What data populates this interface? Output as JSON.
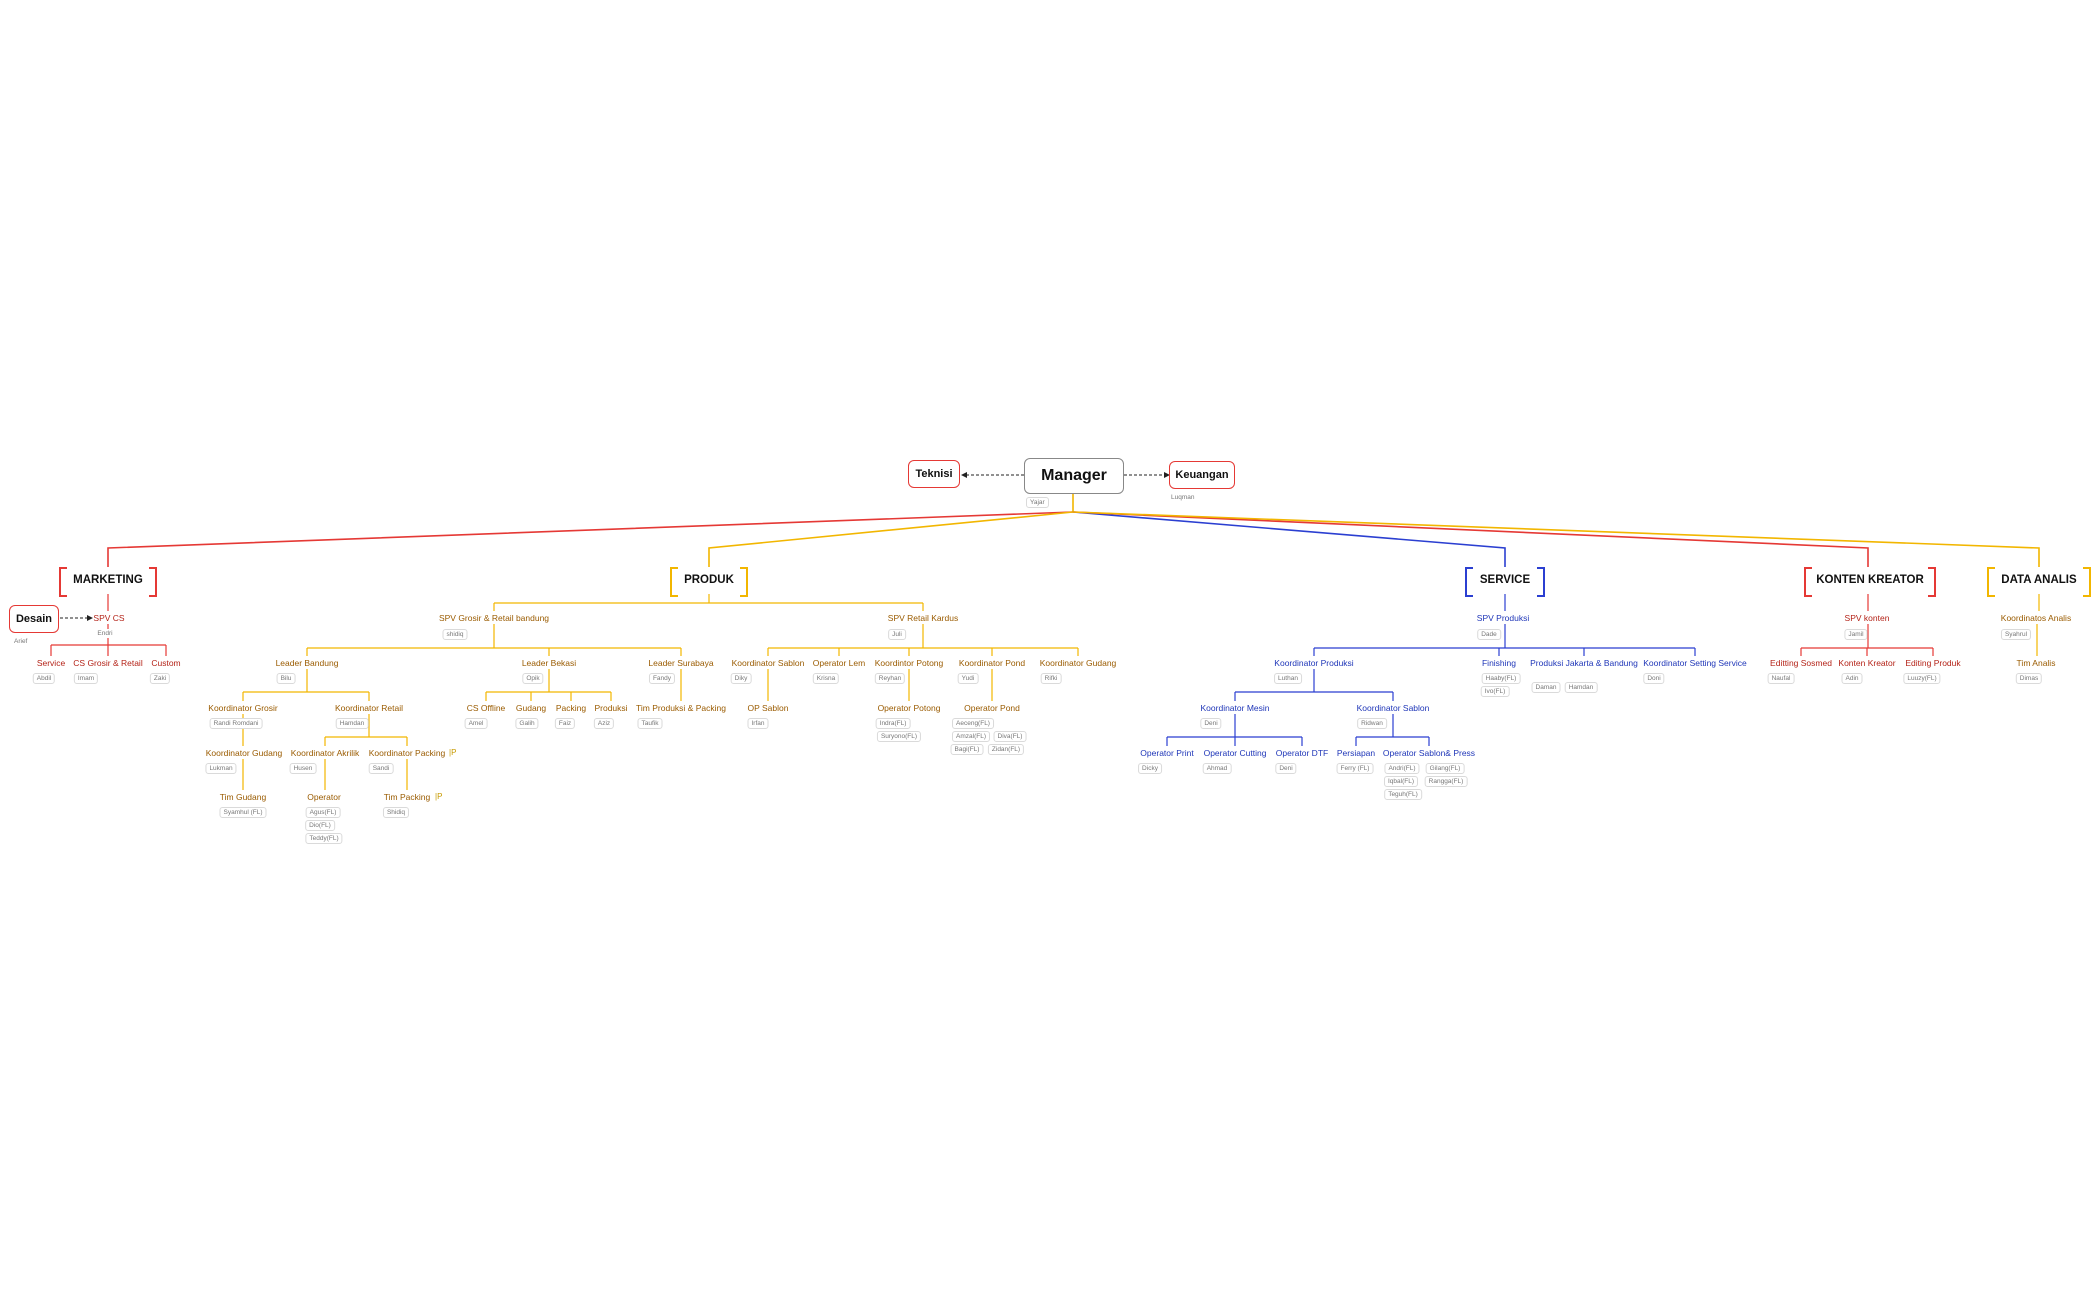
{
  "colors": {
    "marketing": "#e53935",
    "produk": "#f2b600",
    "service": "#2b3fd1",
    "konten_kreator": "#e53935",
    "data_analis": "#f2b600"
  },
  "top": {
    "manager": "Manager",
    "manager_person": "Yajar",
    "teknisi": "Teknisi",
    "keuangan": "Keuangan",
    "keuangan_person": "Luqman"
  },
  "departments": {
    "marketing": "MARKETING",
    "produk": "PRODUK",
    "service": "SERVICE",
    "konten_kreator": "KONTEN KREATOR",
    "data_analis": "DATA ANALIS"
  },
  "marketing": {
    "desain": "Desain",
    "desain_person": "Arief",
    "spv": "SPV CS",
    "spv_person": "Endri",
    "service": "Service",
    "service_person": "Abdil",
    "cs_grosir": "CS Grosir & Retail",
    "cs_grosir_person": "Imam",
    "custom": "Custom",
    "custom_person": "Zaki"
  },
  "produk": {
    "spv_grosir": "SPV Grosir & Retail bandung",
    "spv_grosir_person": "shidiq",
    "spv_retail": "SPV Retail Kardus",
    "spv_retail_person": "Juli",
    "leader_bandung": "Leader Bandung",
    "leader_bandung_person": "Bilu",
    "leader_bekasi": "Leader Bekasi",
    "leader_bekasi_person": "Opik",
    "leader_surabaya": "Leader Surabaya",
    "leader_surabaya_person": "Fandy",
    "koord_grosir": "Koordinator Grosir",
    "koord_grosir_person": "Randi Romdani",
    "koord_retail": "Koordinator Retail",
    "koord_retail_person": "Hamdan",
    "koord_gudang": "Koordinator Gudang",
    "koord_gudang_person": "Lukman",
    "tim_gudang": "Tim Gudang",
    "tim_gudang_person": "Syamhul (FL)",
    "koord_akrilik": "Koordinator Akrilik",
    "koord_akrilik_person": "Husen",
    "operator": "Operator",
    "operator_p1": "Agus(FL)",
    "operator_p2": "Dio(FL)",
    "operator_p3": "Teddy(FL)",
    "koord_packing": "Koordinator Packing",
    "koord_packing_person": "Sandi",
    "tim_packing": "Tim Packing",
    "tim_packing_person": "Shidiq",
    "cs_offline": "CS Offline",
    "cs_offline_person": "Amel",
    "gudang": "Gudang",
    "gudang_person": "Galih",
    "packing": "Packing",
    "packing_person": "Faiz",
    "produksi": "Produksi",
    "produksi_person": "Aziz",
    "tim_produksi_packing": "Tim Produksi & Packing",
    "tim_produksi_packing_person": "Taufik",
    "koord_sablon": "Koordinator Sablon",
    "koord_sablon_person": "Diky",
    "op_sablon": "OP Sablon",
    "op_sablon_person": "Irfan",
    "operator_lem": "Operator Lem",
    "operator_lem_person": "Krisna",
    "koord_potong": "Koordintor Potong",
    "koord_potong_person": "Reyhan",
    "operator_potong": "Operator Potong",
    "operator_potong_p1": "Indra(FL)",
    "operator_potong_p2": "Suryono(FL)",
    "koord_pond": "Koordinator Pond",
    "koord_pond_person": "Yudi",
    "operator_pond": "Operator Pond",
    "operator_pond_p1": "Aeceng(FL)",
    "operator_pond_p2": "Amzal(FL)",
    "operator_pond_p3": "Diva(FL)",
    "operator_pond_p4": "Bagi(FL)",
    "operator_pond_p5": "Zidan(FL)",
    "koord_gudang_kardus": "Koordinator Gudang",
    "koord_gudang_kardus_person": "Rifki"
  },
  "service": {
    "spv": "SPV Produksi",
    "spv_person": "Dade",
    "koord_produksi": "Koordinator Produksi",
    "koord_produksi_person": "Luthan",
    "finishing": "Finishing",
    "finishing_p1": "Haaby(FL)",
    "finishing_p2": "Ivo(FL)",
    "produksi_jb": "Produksi Jakarta & Bandung",
    "produksi_jb_p1": "Daman",
    "produksi_jb_p2": "Hamdan",
    "koord_setting": "Koordinator Setting Service",
    "koord_setting_person": "Doni",
    "koord_mesin": "Koordinator Mesin",
    "koord_mesin_person": "Deni",
    "koord_sablon": "Koordinator Sablon",
    "koord_sablon_person": "Ridwan",
    "op_print": "Operator Print",
    "op_print_person": "Dicky",
    "op_cutting": "Operator Cutting",
    "op_cutting_person": "Ahmad",
    "op_dtf": "Operator DTF",
    "op_dtf_person": "Deni",
    "persiapan": "Persiapan",
    "persiapan_person": "Ferry (FL)",
    "op_sablon_press": "Operator Sablon& Press",
    "op_sablon_press_p1": "Andri(FL)",
    "op_sablon_press_p2": "Gilang(FL)",
    "op_sablon_press_p3": "Iqbal(FL)",
    "op_sablon_press_p4": "Rangga(FL)",
    "op_sablon_press_p5": "Teguh(FL)"
  },
  "konten_kreator": {
    "spv": "SPV konten",
    "spv_person": "Jamil",
    "editing_sosmed": "Editting Sosmed",
    "editing_sosmed_person": "Naufal",
    "konten_kreator": "Konten Kreator",
    "konten_kreator_person": "Adin",
    "editing_produk": "Editing Produk",
    "editing_produk_person": "Luuzy(FL)"
  },
  "data_analis": {
    "koord": "Koordinatos Analis",
    "koord_person": "Syahrul",
    "tim": "Tim Analis",
    "tim_person": "Dimas"
  }
}
